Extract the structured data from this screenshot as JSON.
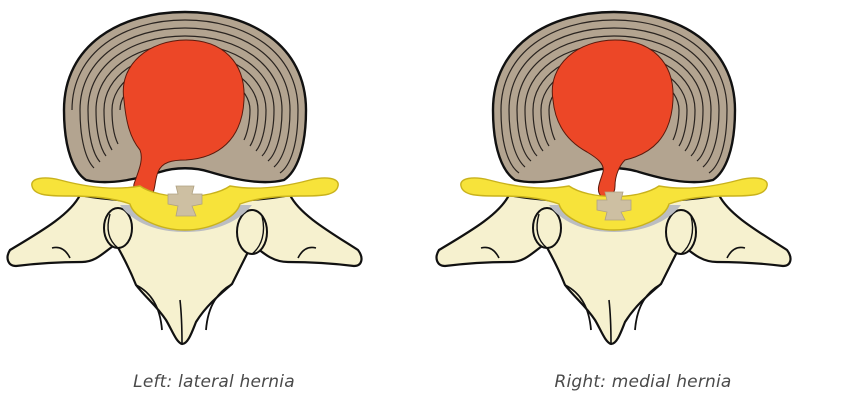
{
  "figure": {
    "panels": [
      {
        "id": "left",
        "caption": "Left: lateral hernia",
        "hernia_type": "lateral"
      },
      {
        "id": "right",
        "caption": "Right: medial hernia",
        "hernia_type": "medial"
      }
    ],
    "colors": {
      "bone": "#f6f1cf",
      "disc_annulus": "#b3a490",
      "annulus_lines": "#2a2420",
      "nucleus": "#ec4727",
      "nerve": "#f7e33a",
      "nerve_stroke": "#c9b21c",
      "canal_shadow": "#bbbdc2",
      "cord_cross": "#cdbfa2",
      "outline": "#111111",
      "caption_text": "#4a4a4a"
    }
  }
}
